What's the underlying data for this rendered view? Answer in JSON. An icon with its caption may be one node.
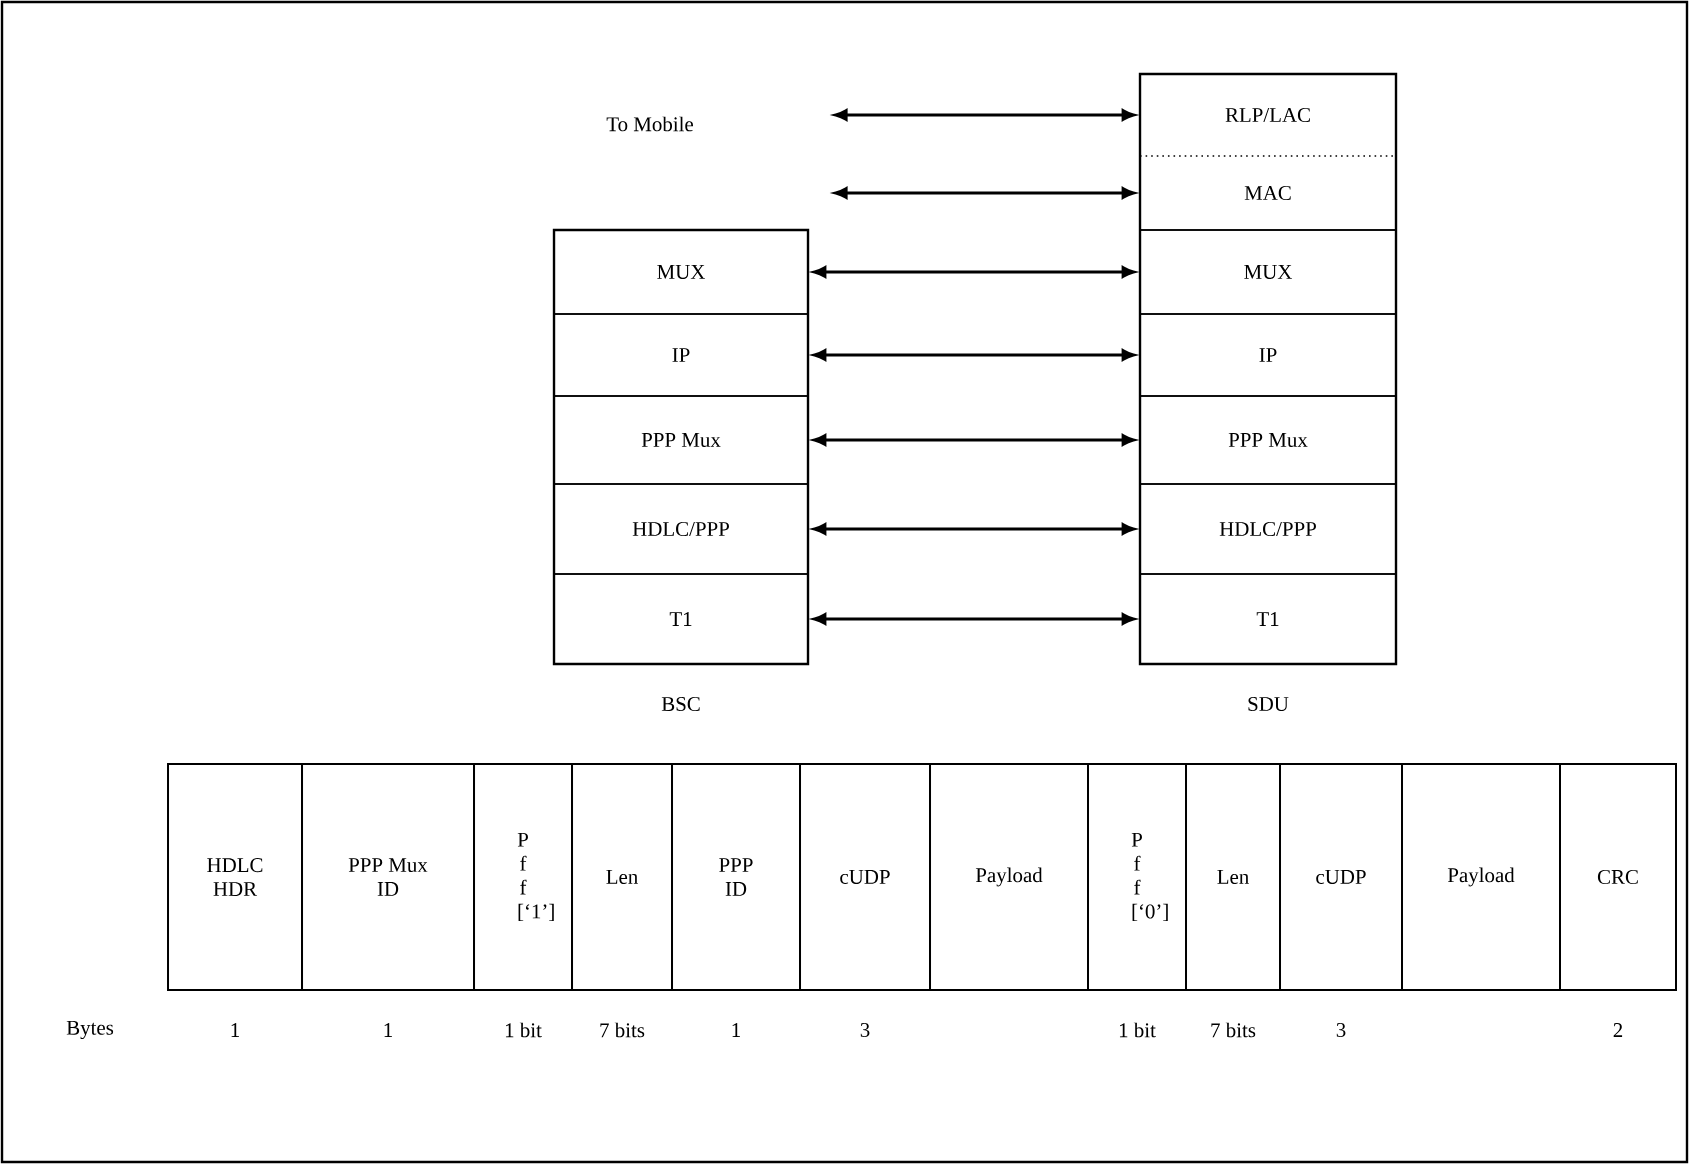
{
  "diagram": {
    "nodes": [
      {
        "text": [
          "BSC"
        ]
      },
      {
        "text": [
          "MUX"
        ],
        "in": 0
      },
      {
        "text": [
          "IP"
        ],
        "in": 0
      },
      {
        "text": [
          "PPP Mux"
        ],
        "in": 0
      },
      {
        "text": [
          "HDLC/PPP"
        ],
        "in": 0
      },
      {
        "text": [
          "T1"
        ],
        "in": 0
      },
      {
        "text": [
          "SDU"
        ]
      },
      {
        "text": [
          "RLP/LAC"
        ],
        "in": 6
      },
      {
        "text": [
          "MAC"
        ],
        "in": 6
      },
      {
        "text": [
          "MUX"
        ],
        "in": 6
      },
      {
        "text": [
          "IP"
        ],
        "in": 6
      },
      {
        "text": [
          "PPP Mux"
        ],
        "in": 6
      },
      {
        "text": [
          "HDLC/PPP"
        ],
        "in": 6
      },
      {
        "text": [
          "T1"
        ],
        "in": 6
      }
    ],
    "edges": [
      {
        "from": null,
        "to": 7,
        "arrow": "both"
      },
      {
        "from": null,
        "to": 8,
        "arrow": "both"
      },
      {
        "from": 1,
        "to": 9,
        "arrow": "both"
      },
      {
        "from": 2,
        "to": 10,
        "arrow": "both"
      },
      {
        "from": 3,
        "to": 11,
        "arrow": "both"
      },
      {
        "from": 4,
        "to": 12,
        "arrow": "both"
      },
      {
        "from": 5,
        "to": 13,
        "arrow": "both"
      }
    ],
    "labels": [
      "To Mobile",
      "HDLC HDR",
      "PPP Mux ID",
      "P f f [‘1’]",
      "Len",
      "PPP ID",
      "cUDP",
      "Payload",
      "P f f [‘0’]",
      "Len",
      "cUDP",
      "Payload",
      "CRC",
      "Bytes",
      "1",
      "1",
      "1 bit",
      "7 bits",
      "1",
      "3",
      "1 bit",
      "7 bits",
      "3",
      "2"
    ]
  }
}
